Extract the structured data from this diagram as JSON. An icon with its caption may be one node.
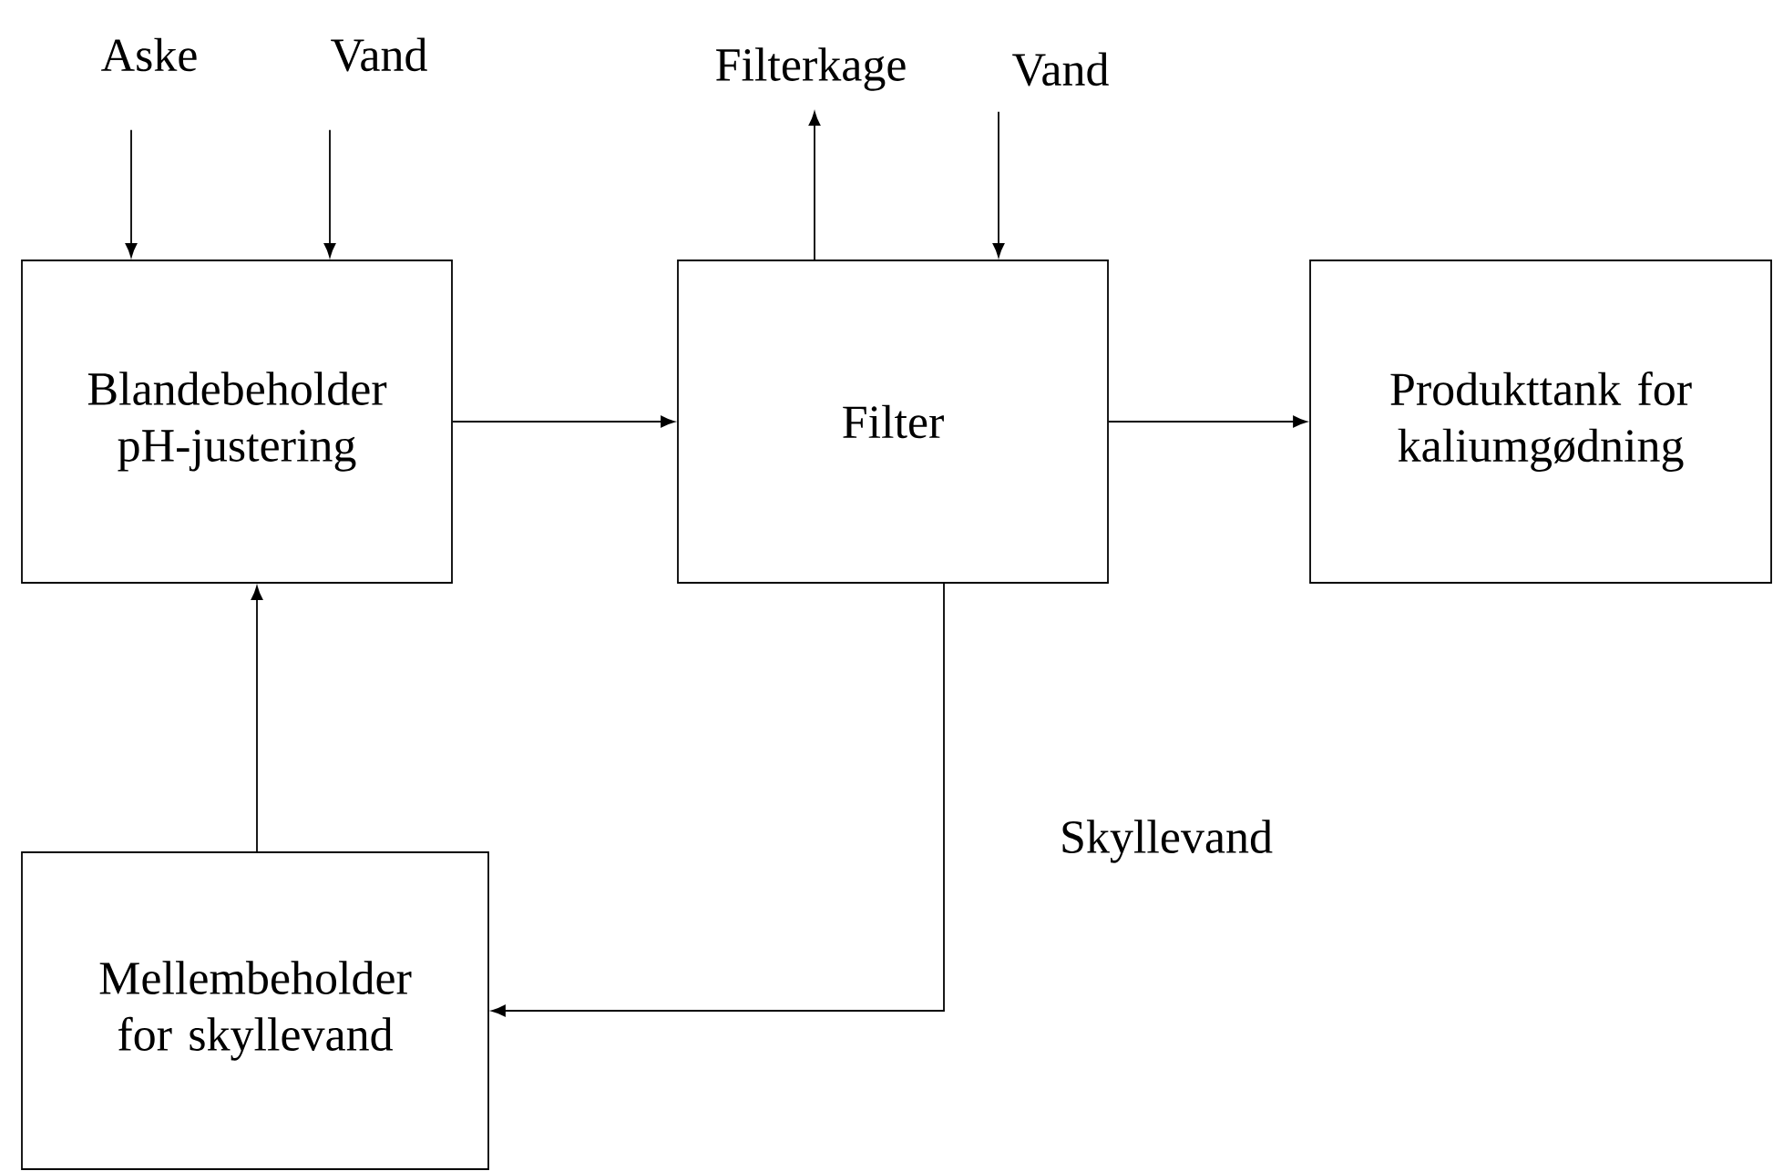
{
  "diagram": {
    "nodes": [
      {
        "text": [
          "Aske"
        ]
      },
      {
        "text": [
          "Vand"
        ]
      },
      {
        "text": [
          "Blandebeholder pH-justering"
        ]
      },
      {
        "text": [
          "Filterkage"
        ]
      },
      {
        "text": [
          "Vand"
        ]
      },
      {
        "text": [
          "Filter"
        ]
      },
      {
        "text": [
          "Produkttank for kaliumgødning"
        ]
      },
      {
        "text": [
          "Mellembeholder for skyllevand"
        ]
      }
    ],
    "edges": [
      {
        "from": 0,
        "to": 2,
        "arrow": "to"
      },
      {
        "from": 1,
        "to": 2,
        "arrow": "to"
      },
      {
        "from": 5,
        "to": 3,
        "arrow": "to"
      },
      {
        "from": 4,
        "to": 5,
        "arrow": "to"
      },
      {
        "from": 2,
        "to": 5,
        "arrow": "to"
      },
      {
        "from": 5,
        "to": 6,
        "arrow": "to"
      },
      {
        "from": 5,
        "to": 7,
        "arrow": "to",
        "label": "Skyllevand"
      },
      {
        "from": 7,
        "to": 2,
        "arrow": "to"
      }
    ]
  }
}
